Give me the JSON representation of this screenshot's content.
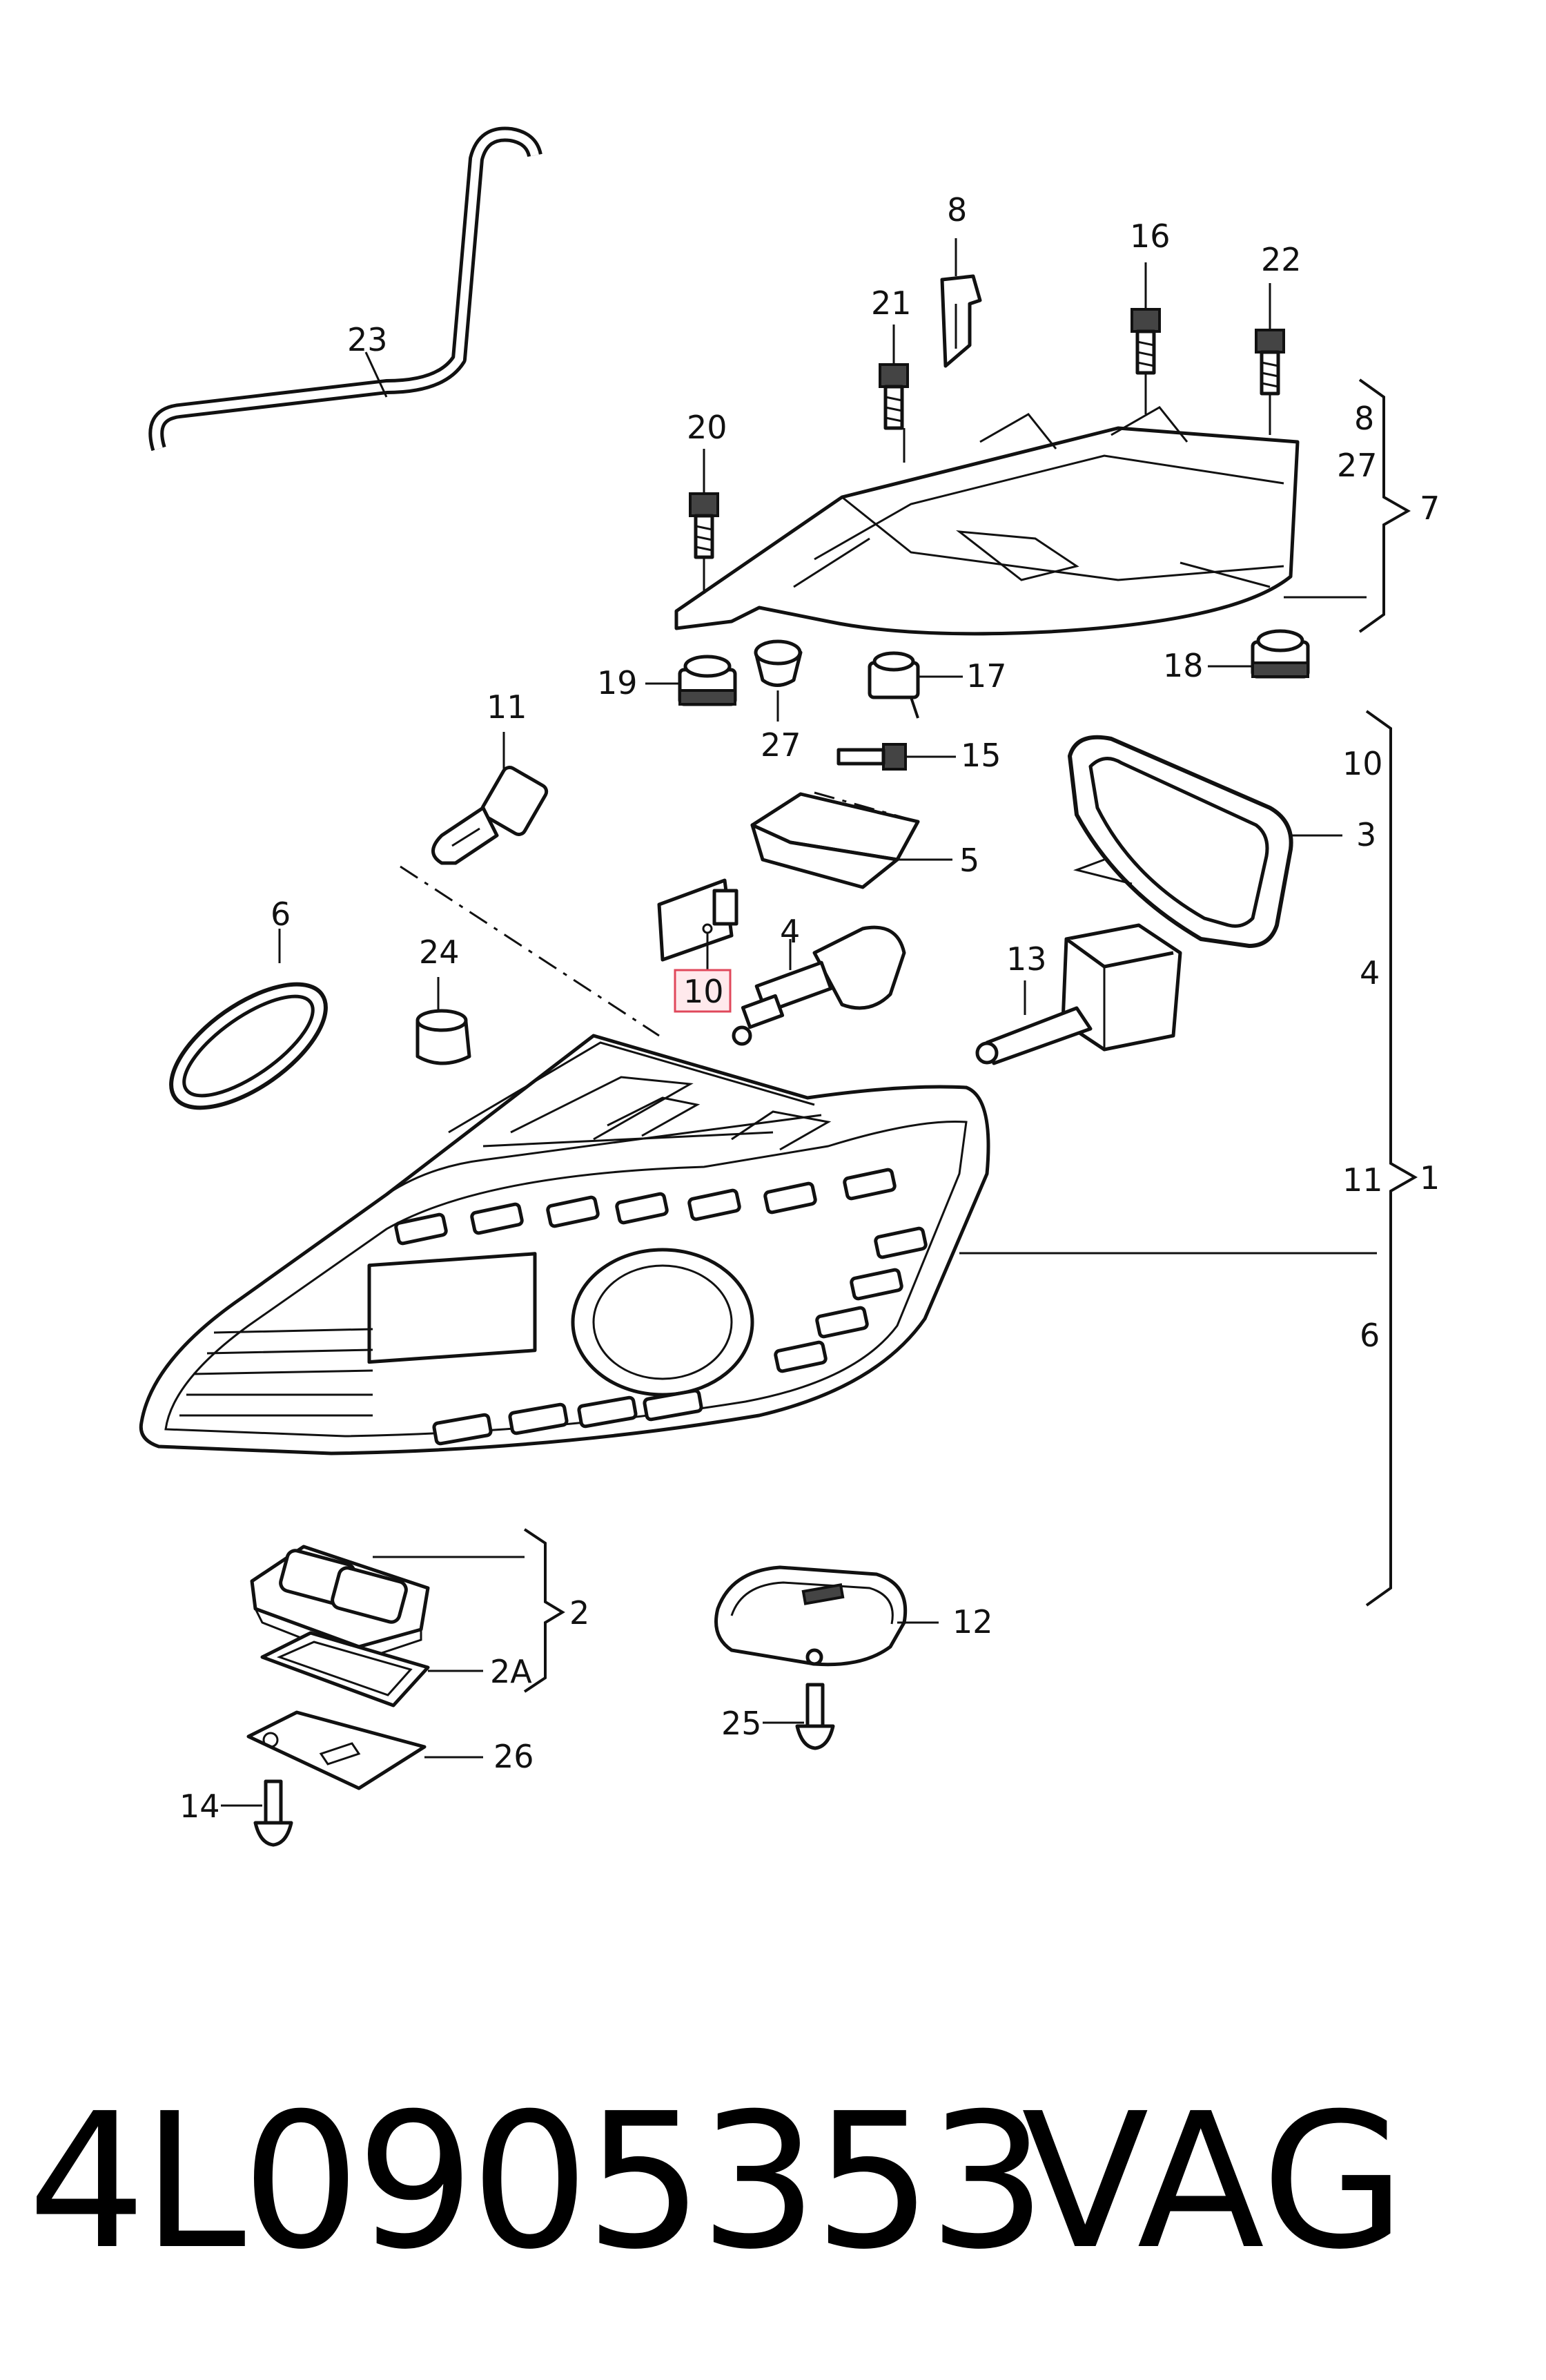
{
  "callouts": {
    "c23": "23",
    "c8_top": "8",
    "c21": "21",
    "c16": "16",
    "c22": "22",
    "c20": "20",
    "c19": "19",
    "c27_bot": "27",
    "c17": "17",
    "c18": "18",
    "c8_brk": "8",
    "c27_brk": "27",
    "c7": "7",
    "c11_top": "11",
    "c15": "15",
    "c5": "5",
    "c10_hl": "10",
    "c4_top": "4",
    "c6_top": "6",
    "c24": "24",
    "c13": "13",
    "c3": "3",
    "c10_brk": "10",
    "c4_brk": "4",
    "c11_brk": "11",
    "c6_brk": "6",
    "c1": "1",
    "c2": "2",
    "c2A": "2A",
    "c26": "26",
    "c14": "14",
    "c12": "12",
    "c25": "25"
  },
  "footer": {
    "part_number": "4L0905353",
    "brand": "VAG"
  },
  "colors": {
    "highlight_fill": "#ffe9ec",
    "highlight_stroke": "#e0485b",
    "line": "#111111"
  }
}
